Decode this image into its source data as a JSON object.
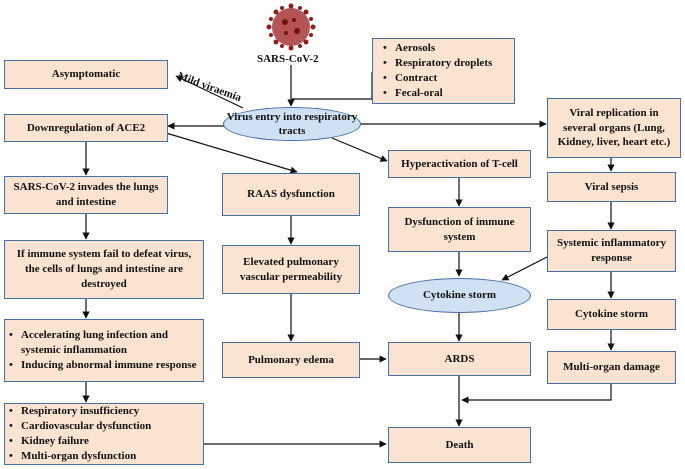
{
  "virus_label": "SARS-CoV-2",
  "edge_label_mild": "Mild viraemia",
  "transmission": [
    "Aerosols",
    "Respiratory droplets",
    "Contract",
    "Fecal-oral"
  ],
  "virus_entry": "Virus entry into respiratory tracts",
  "asymptomatic": "Asymptomatic",
  "ace2": "Downregulation of ACE2",
  "invades": "SARS-CoV-2 invades the lungs and intestine",
  "immune_fail": "If immune system fail to defeat virus, the cells of lungs and intestine are destroyed",
  "accelerating": [
    "Accelerating lung infection and systemic inflammation",
    "Inducing abnormal immune response"
  ],
  "failures": [
    "Respiratory insufficiency",
    "Cardiovascular dysfunction",
    "Kidney failure",
    "Multi-organ dysfunction"
  ],
  "raas": "RAAS dysfunction",
  "permeability": "Elevated pulmonary vascular permeability",
  "edema": "Pulmonary edema",
  "tcell": "Hyperactivation of T-cell",
  "immune_dysfunction": "Dysfunction of immune system",
  "cytokine_mid": "Cytokine storm",
  "ards": "ARDS",
  "death": "Death",
  "replication": "Viral replication in several organs (Lung, Kidney, liver, heart etc.)",
  "sepsis": "Viral sepsis",
  "systemic": "Systemic inflammatory response",
  "cytokine_right": "Cytokine storm",
  "multi_organ": "Multi-organ damage"
}
